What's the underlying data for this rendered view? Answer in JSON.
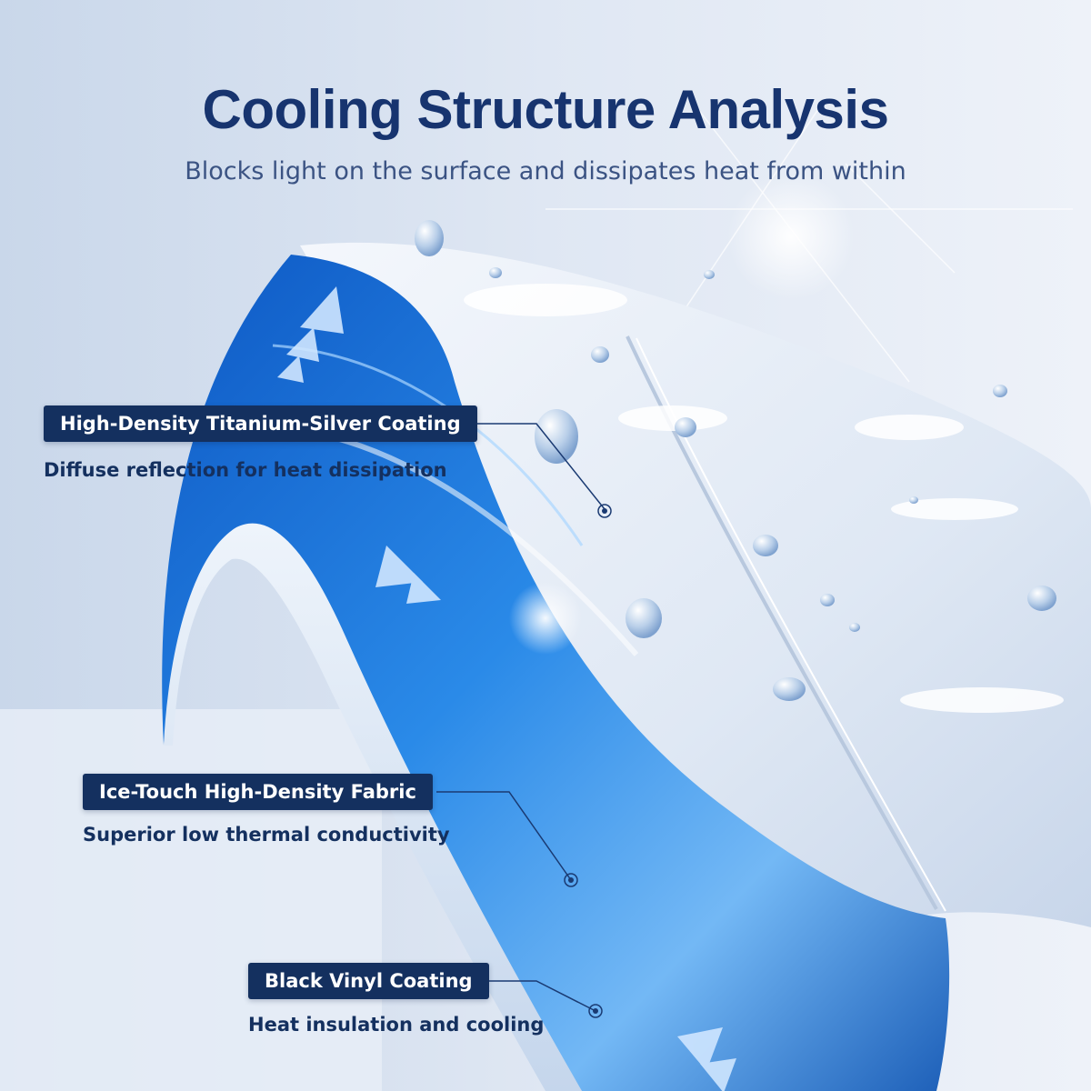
{
  "header": {
    "title": "Cooling Structure Analysis",
    "subtitle": "Blocks light on the surface and dissipates heat from within"
  },
  "layers": [
    {
      "name": "High-Density Titanium-Silver Coating",
      "description": "Diffuse reflection for heat dissipation"
    },
    {
      "name": "Ice-Touch High-Density Fabric",
      "description": "Superior low thermal conductivity"
    },
    {
      "name": "Black Vinyl Coating",
      "description": "Heat insulation and cooling"
    }
  ],
  "colors": {
    "title": "#17346f",
    "tag_background": "#14305f",
    "tag_text": "#ffffff",
    "accent_blue": "#1f6fd0"
  }
}
